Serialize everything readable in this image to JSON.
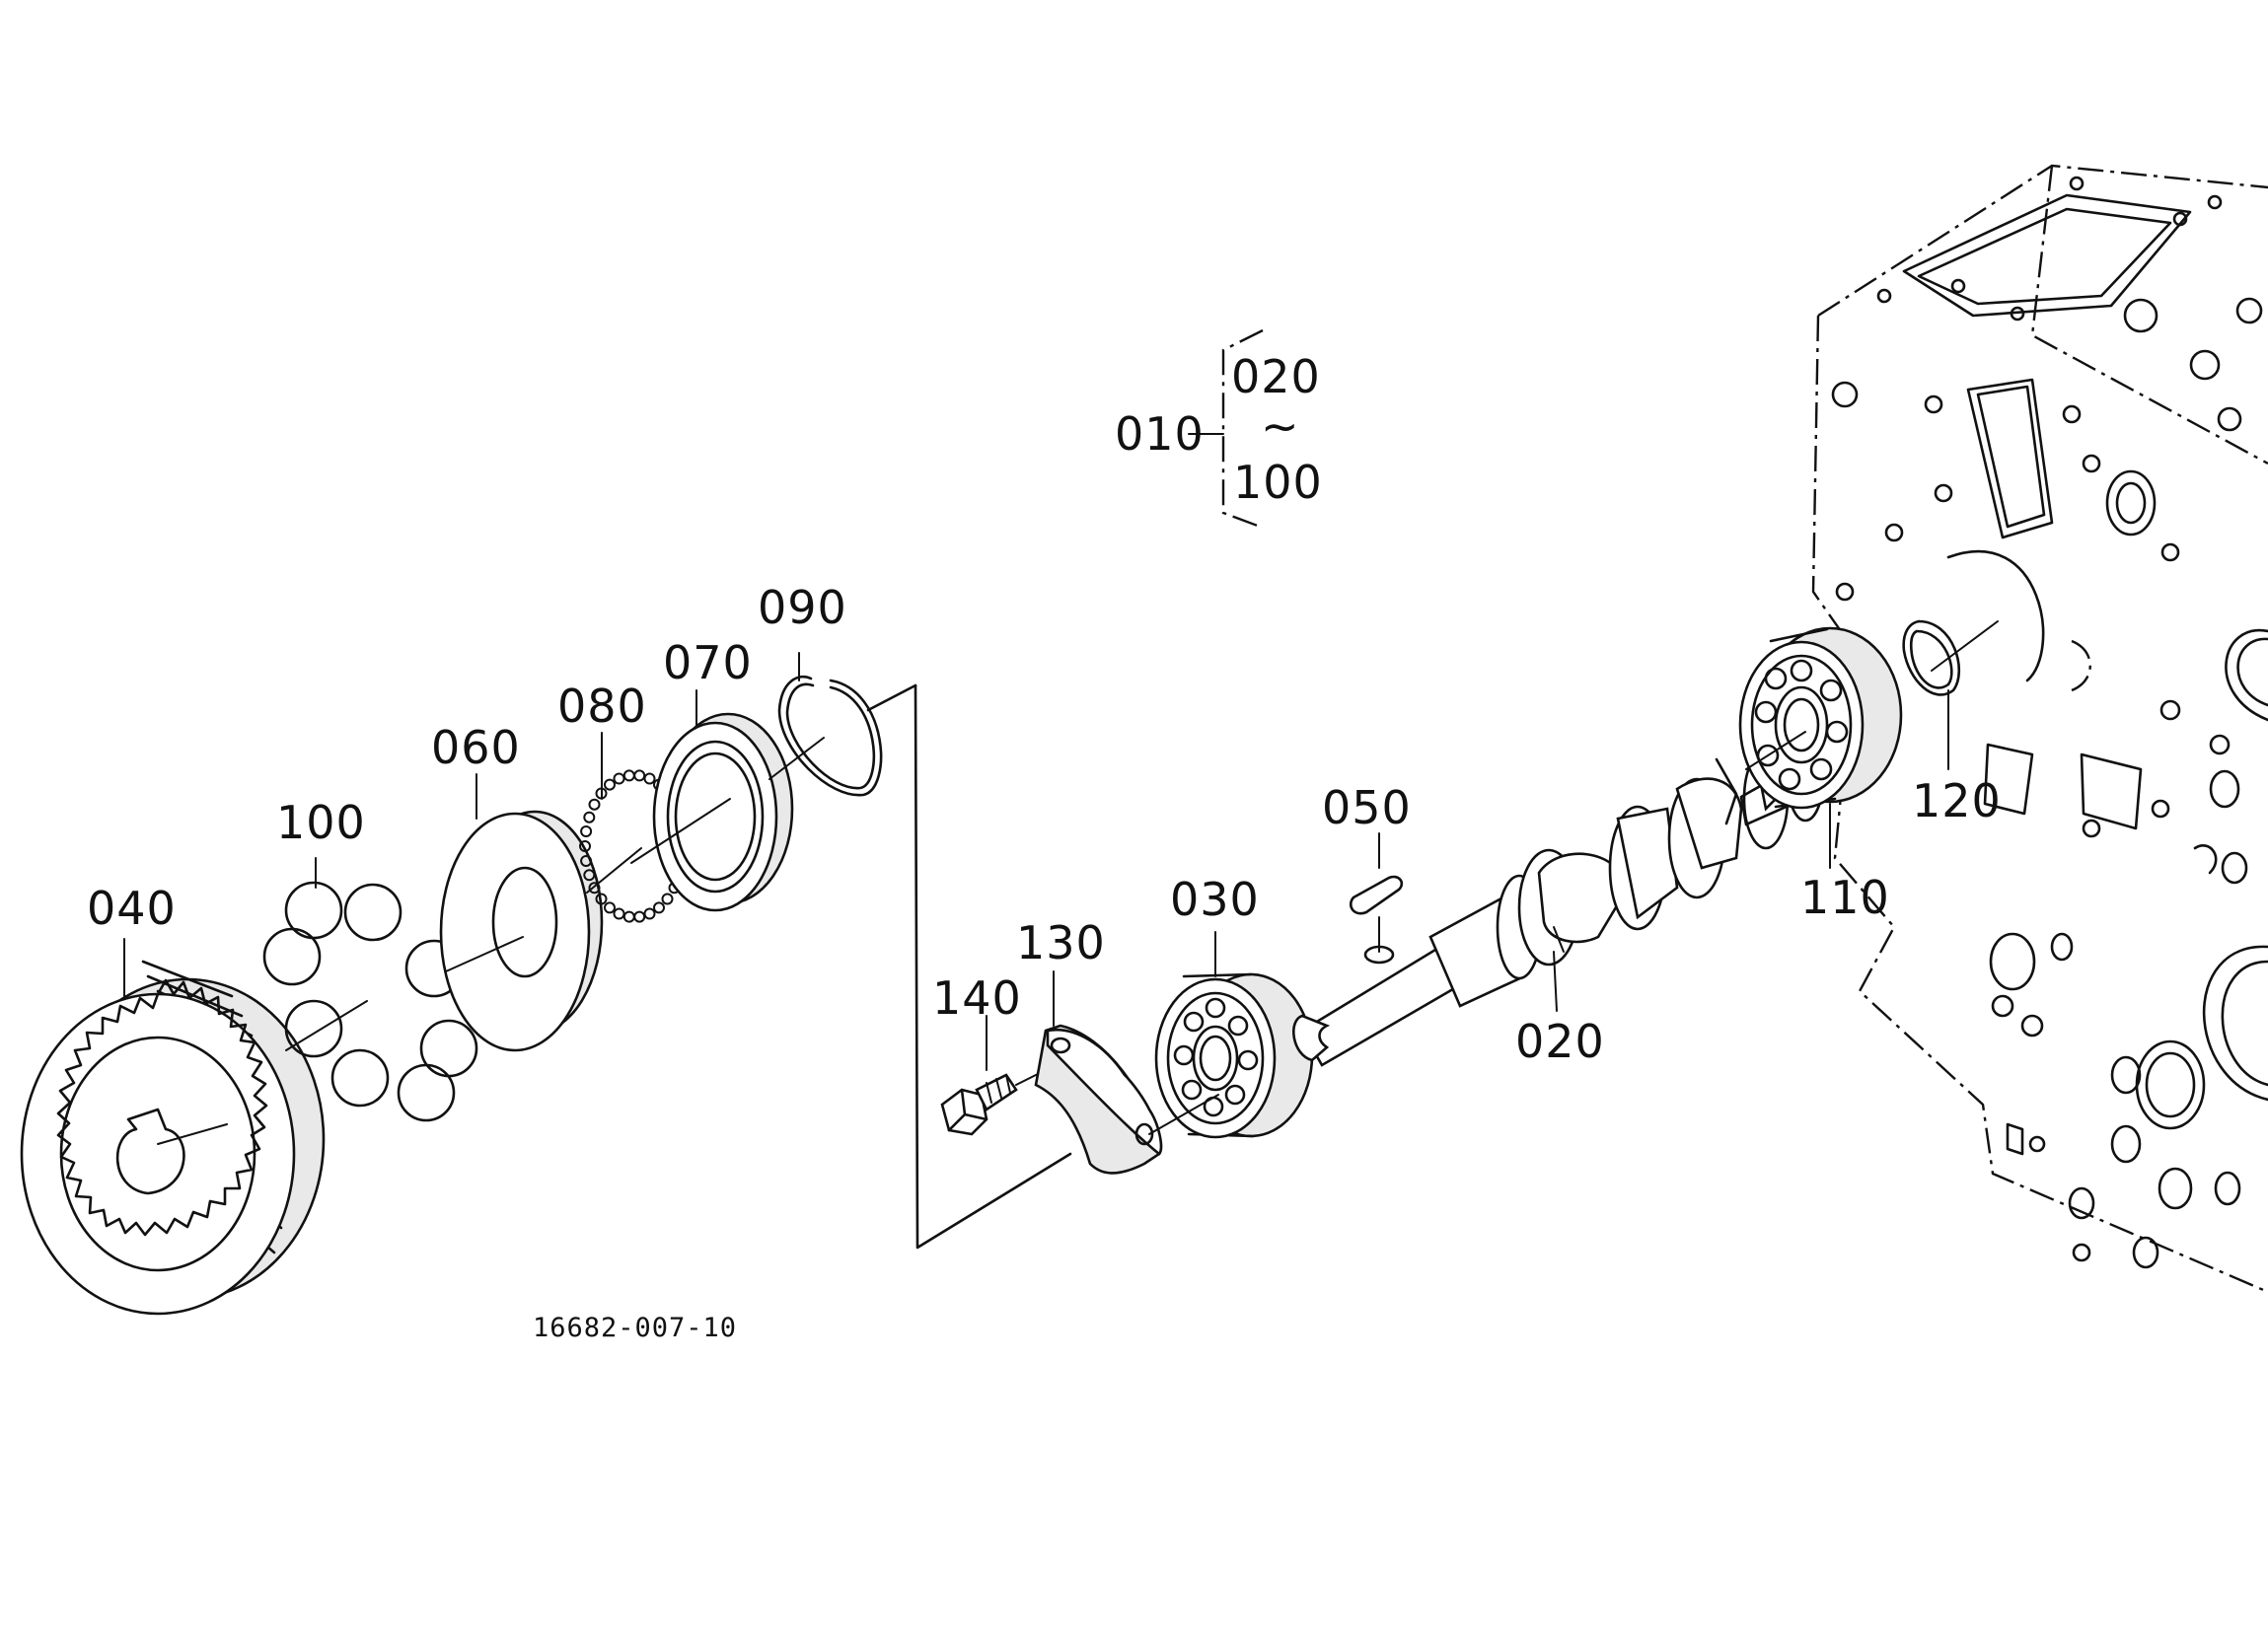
{
  "group": {
    "parent": "010",
    "range_start": "020",
    "range_sep": "~",
    "range_end": "100"
  },
  "callouts": [
    {
      "id": "040",
      "text": "040"
    },
    {
      "id": "100",
      "text": "100"
    },
    {
      "id": "060",
      "text": "060"
    },
    {
      "id": "080",
      "text": "080"
    },
    {
      "id": "070",
      "text": "070"
    },
    {
      "id": "090",
      "text": "090"
    },
    {
      "id": "140",
      "text": "140"
    },
    {
      "id": "130",
      "text": "130"
    },
    {
      "id": "030",
      "text": "030"
    },
    {
      "id": "050",
      "text": "050"
    },
    {
      "id": "020",
      "text": "020"
    },
    {
      "id": "110",
      "text": "110"
    },
    {
      "id": "120",
      "text": "120"
    }
  ],
  "drawing_number": "16682-007-10"
}
